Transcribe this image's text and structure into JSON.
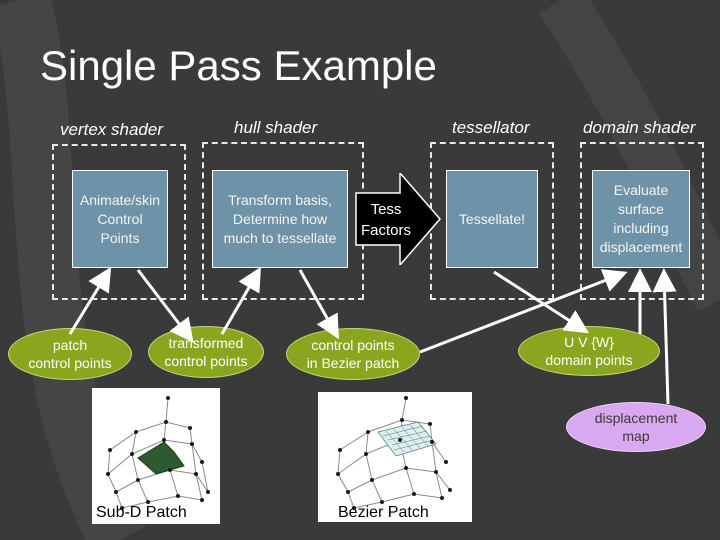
{
  "slide": {
    "title": "Single Pass Example"
  },
  "stages": {
    "vertex": {
      "label": "vertex shader",
      "box_text": "Animate/skin\nControl\nPoints"
    },
    "hull": {
      "label": "hull shader",
      "box_text": "Transform basis,\nDetermine how\nmuch to tessellate"
    },
    "tessellator": {
      "label": "tessellator",
      "box_text": "Tessellate!"
    },
    "domain": {
      "label": "domain shader",
      "box_text": "Evaluate\nsurface\nincluding\ndisplacement"
    }
  },
  "tess_factors": {
    "text": "Tess\nFactors"
  },
  "ovals": {
    "patch_control_points": "patch\ncontrol points",
    "transformed_control_points": "transformed\ncontrol points",
    "control_points_bezier": "control points\nin Bezier patch",
    "uvw_domain_points": "U V {W}\ndomain points",
    "displacement_map": "displacement\nmap"
  },
  "images": {
    "subd": {
      "caption": "Sub-D Patch"
    },
    "bezier": {
      "caption": "Bezier Patch"
    }
  },
  "colors": {
    "background": "#3a3a3a",
    "stage_box": "#6e93a8",
    "green_oval": "#8aa61e",
    "purple_oval": "#d8a8f0",
    "arrow": "#ffffff"
  }
}
